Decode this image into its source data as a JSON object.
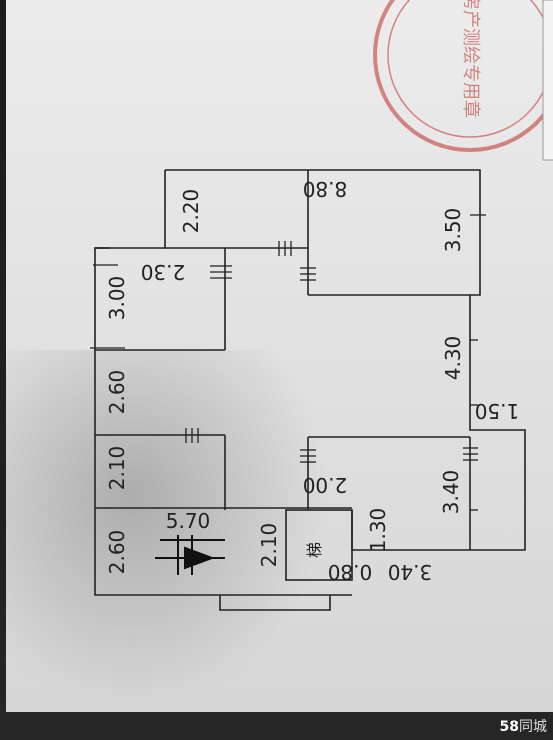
{
  "dimensions": {
    "top_width": "8.80",
    "upper_right_height": "3.50",
    "right_middle": "4.30",
    "right_step": "1.50",
    "right_lower": "3.40",
    "bottom_total": "3.40",
    "bottom_small": "0.80",
    "stair_height": "1.30",
    "corridor": "2.00",
    "stair_width": "2.10",
    "long_span": "5.70",
    "left_bottom": "2.60",
    "left_lower": "2.10",
    "left_middle": "2.60",
    "left_top": "3.00",
    "inner_width": "2.30",
    "top_room": "2.20"
  },
  "stair_label": "梯",
  "watermark": {
    "brand": "58",
    "site": "同城"
  },
  "stamp": {
    "text": "房产测绘专用章"
  }
}
